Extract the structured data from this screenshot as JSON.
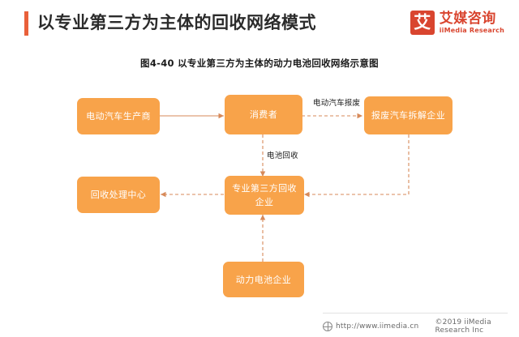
{
  "header": {
    "title": "以专业第三方为主体的回收网络模式",
    "accent_color": "#E9603A",
    "logo": {
      "mark_char": "艾",
      "name_cn": "艾媒咨询",
      "name_en": "iiMedia Research",
      "color": "#D9452F"
    }
  },
  "figure": {
    "caption": "图4-40 以专业第三方为主体的动力电池回收网络示意图",
    "node_color": "#F8A34A",
    "connector_color": "#D78A5A"
  },
  "diagram": {
    "type": "flow-diagram",
    "nodes": [
      {
        "id": "ev-maker",
        "label": "电动汽车生产商"
      },
      {
        "id": "consumer",
        "label": "消费者"
      },
      {
        "id": "scrap-dismantle",
        "label": "报废汽车拆解企业"
      },
      {
        "id": "recycle-center",
        "label": "回收处理中心"
      },
      {
        "id": "third-party",
        "label": "专业第三方回收企业",
        "line1": "专业第三方回收",
        "line2": "企业"
      },
      {
        "id": "battery-maker",
        "label": "动力电池企业"
      }
    ],
    "edges": [
      {
        "from": "ev-maker",
        "to": "consumer",
        "label": "",
        "style": "solid"
      },
      {
        "from": "consumer",
        "to": "scrap-dismantle",
        "label": "电动汽车报废",
        "style": "dashed"
      },
      {
        "from": "consumer",
        "to": "third-party",
        "label": "电池回收",
        "style": "dashed"
      },
      {
        "from": "third-party",
        "to": "recycle-center",
        "label": "",
        "style": "dashed"
      },
      {
        "from": "scrap-dismantle",
        "to": "third-party",
        "label": "",
        "style": "dashed"
      },
      {
        "from": "battery-maker",
        "to": "third-party",
        "label": "",
        "style": "dashed"
      }
    ],
    "edge_labels": {
      "ev_scrap": "电动汽车报废",
      "battery_recycle": "电池回收"
    }
  },
  "footer": {
    "url": "http://www.iimedia.cn",
    "copyright": "©2019  iiMedia Research  Inc"
  }
}
